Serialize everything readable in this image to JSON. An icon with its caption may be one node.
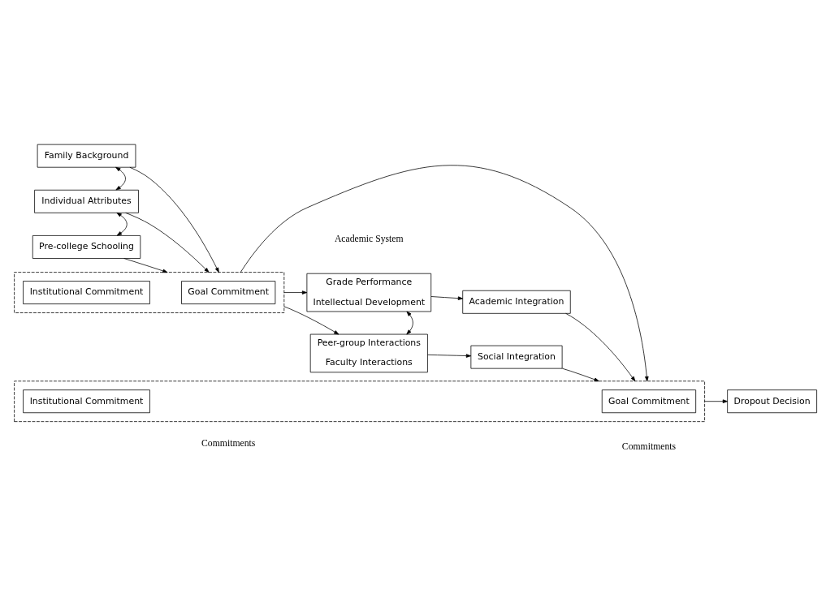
{
  "diagram": {
    "nodes": [
      {
        "text": [
          "Family Background"
        ]
      },
      {
        "text": [
          "Individual Attributes"
        ]
      },
      {
        "text": [
          "Pre-college Schooling"
        ]
      },
      {
        "text": [],
        "shape": "box"
      },
      {
        "text": [
          "Goal Commitment"
        ],
        "in": 3
      },
      {
        "text": [
          "Institutional Commitment"
        ],
        "in": 3
      },
      {
        "text": [
          "Grade Performance",
          "Intellectual Development"
        ]
      },
      {
        "text": [
          "Peer-group Interactions",
          "Faculty Interactions"
        ]
      },
      {
        "text": [
          "Academic Integration"
        ]
      },
      {
        "text": [
          "Social Integration"
        ]
      },
      {
        "text": [],
        "shape": "box"
      },
      {
        "text": [
          "Goal Commitment"
        ],
        "in": 10
      },
      {
        "text": [
          "Institutional Commitment"
        ],
        "in": 10
      },
      {
        "text": [
          "Dropout Decision"
        ]
      }
    ],
    "edges": [
      {
        "from": 0,
        "to": 1,
        "arrow": "both"
      },
      {
        "from": 1,
        "to": 2,
        "arrow": "both"
      },
      {
        "from": 0,
        "to": 3,
        "arrow": "to"
      },
      {
        "from": 1,
        "to": 3,
        "arrow": "to"
      },
      {
        "from": 2,
        "to": 3,
        "arrow": "to"
      },
      {
        "from": 3,
        "to": 6,
        "arrow": "to"
      },
      {
        "from": 3,
        "to": 7,
        "arrow": "to"
      },
      {
        "from": 6,
        "to": 7,
        "arrow": "both"
      },
      {
        "from": 6,
        "to": 8,
        "arrow": "to"
      },
      {
        "from": 7,
        "to": 9,
        "arrow": "to"
      },
      {
        "from": 8,
        "to": 10,
        "arrow": "to"
      },
      {
        "from": 9,
        "to": 10,
        "arrow": "to"
      },
      {
        "from": 3,
        "to": 10,
        "arrow": "to"
      },
      {
        "from": 10,
        "to": 13,
        "arrow": "to"
      }
    ],
    "labels": [
      "Commitments",
      "Academic System",
      "Commitments"
    ]
  }
}
